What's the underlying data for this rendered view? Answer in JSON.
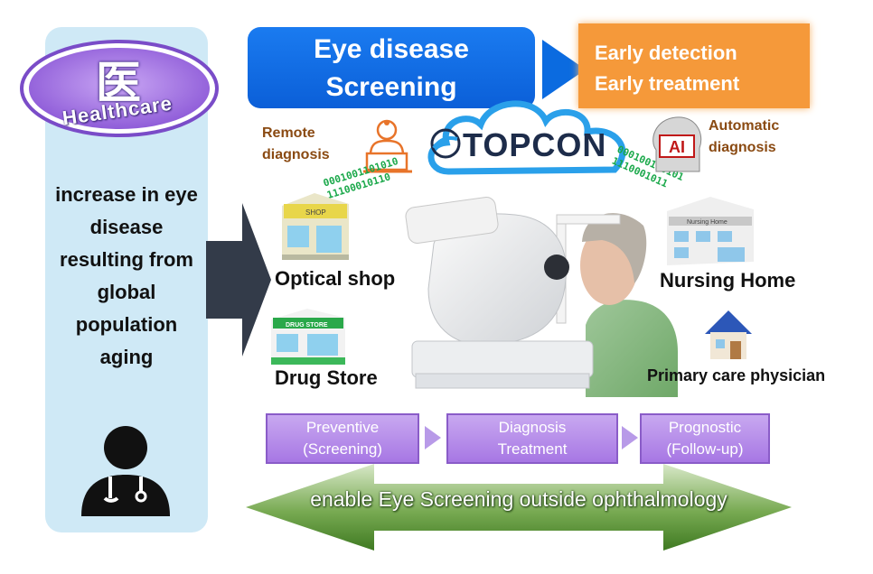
{
  "healthcare": {
    "kanji": "医",
    "label": "Healthcare"
  },
  "left_text": [
    "increase in eye",
    "disease",
    "resulting from",
    "global",
    "population",
    "aging"
  ],
  "screening": {
    "line1": "Eye disease",
    "line2": "Screening"
  },
  "early": {
    "line1": "Early detection",
    "line2": "Early treatment"
  },
  "cloud_brand": "TOPCON",
  "remote": {
    "line1": "Remote",
    "line2": "diagnosis"
  },
  "automatic": {
    "line1": "Automatic",
    "line2": "diagnosis"
  },
  "ai_badge": "AI",
  "binary_left": [
    "0001001101010",
    "11100010110"
  ],
  "binary_right": [
    "000100110101",
    "1110001011"
  ],
  "places": {
    "optical_shop": "Optical shop",
    "shop_sign": "SHOP",
    "drug_store": "Drug Store",
    "drug_sign": "DRUG STORE",
    "nursing_home": "Nursing Home",
    "nursing_sign": "Nursing Home",
    "primary_care": "Primary care physician"
  },
  "flow": [
    {
      "line1": "Preventive",
      "line2": "(Screening)"
    },
    {
      "line1": "Diagnosis",
      "line2": "Treatment"
    },
    {
      "line1": "Prognostic",
      "line2": "(Follow-up)"
    }
  ],
  "banner": "enable Eye Screening outside ophthalmology",
  "colors": {
    "panel": "#cfe9f6",
    "screening_blue": "#0b6be0",
    "early_orange": "#f5993a",
    "flow_purple": "#b08ae8",
    "banner_green": "#4c8a2a"
  }
}
